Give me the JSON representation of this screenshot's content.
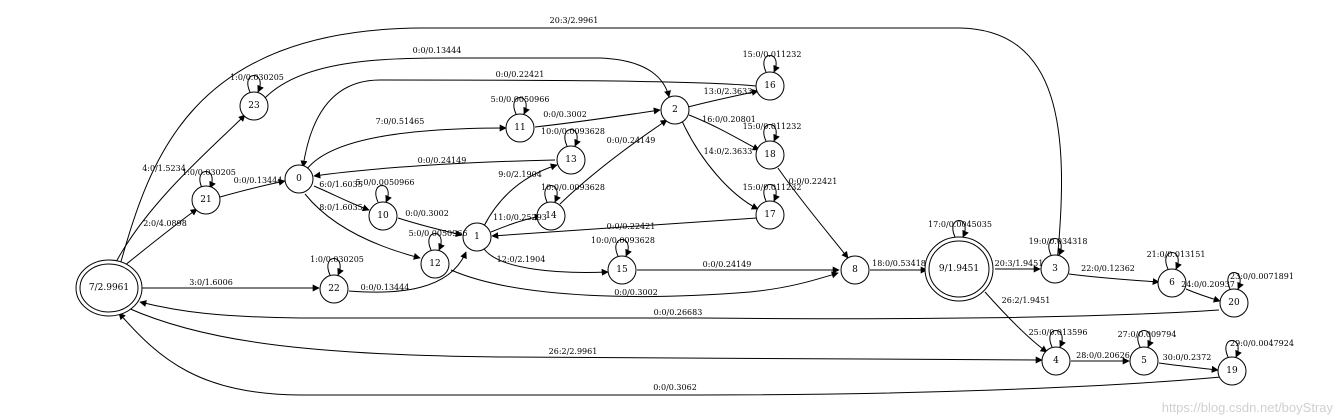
{
  "nodes": [
    {
      "id": "n7",
      "label": "7/2.9961",
      "final": true
    },
    {
      "id": "n21",
      "label": "21",
      "final": false
    },
    {
      "id": "n23",
      "label": "23",
      "final": false
    },
    {
      "id": "n0",
      "label": "0",
      "final": false
    },
    {
      "id": "n10",
      "label": "10",
      "final": false
    },
    {
      "id": "n11",
      "label": "11",
      "final": false
    },
    {
      "id": "n12",
      "label": "12",
      "final": false
    },
    {
      "id": "n22",
      "label": "22",
      "final": false
    },
    {
      "id": "n13",
      "label": "13",
      "final": false
    },
    {
      "id": "n14",
      "label": "14",
      "final": false
    },
    {
      "id": "n1",
      "label": "1",
      "final": false
    },
    {
      "id": "n15",
      "label": "15",
      "final": false
    },
    {
      "id": "n2",
      "label": "2",
      "final": false
    },
    {
      "id": "n16",
      "label": "16",
      "final": false
    },
    {
      "id": "n18",
      "label": "18",
      "final": false
    },
    {
      "id": "n17",
      "label": "17",
      "final": false
    },
    {
      "id": "n8",
      "label": "8",
      "final": false
    },
    {
      "id": "n9",
      "label": "9/1.9451",
      "final": true
    },
    {
      "id": "n3",
      "label": "3",
      "final": false
    },
    {
      "id": "n6",
      "label": "6",
      "final": false
    },
    {
      "id": "n20",
      "label": "20",
      "final": false
    },
    {
      "id": "n4",
      "label": "4",
      "final": false
    },
    {
      "id": "n5",
      "label": "5",
      "final": false
    },
    {
      "id": "n19",
      "label": "19",
      "final": false
    }
  ],
  "edges": [
    {
      "id": "e-7-3",
      "from": "7",
      "to": "3",
      "label": "20:3/2.9961"
    },
    {
      "id": "e-7-23",
      "from": "7",
      "to": "23",
      "label": "4:0/1.5234"
    },
    {
      "id": "e-7-21",
      "from": "7",
      "to": "21",
      "label": "2:0/4.0898"
    },
    {
      "id": "e-7-22",
      "from": "7",
      "to": "22",
      "label": "3:0/1.6006"
    },
    {
      "id": "e-7-4",
      "from": "7",
      "to": "4",
      "label": "26:2/2.9961"
    },
    {
      "id": "e-20-7",
      "from": "20",
      "to": "7",
      "label": "0:0/0.26683"
    },
    {
      "id": "e-19-7",
      "from": "19",
      "to": "7",
      "label": "0:0/0.3062"
    },
    {
      "id": "e-23-23",
      "from": "23",
      "to": "23",
      "label": "1:0/0.030205"
    },
    {
      "id": "e-23-2",
      "from": "23",
      "to": "2",
      "label": "0:0/0.13444"
    },
    {
      "id": "e-21-21",
      "from": "21",
      "to": "21",
      "label": "1:0/0.030205"
    },
    {
      "id": "e-21-0",
      "from": "21",
      "to": "0",
      "label": "0:0/0.13444"
    },
    {
      "id": "e-16-0",
      "from": "16",
      "to": "0",
      "label": "0:0/0.22421"
    },
    {
      "id": "e-0-11",
      "from": "0",
      "to": "11",
      "label": "7:0/0.51465"
    },
    {
      "id": "e-13-0",
      "from": "13",
      "to": "0",
      "label": "0:0/0.24149"
    },
    {
      "id": "e-0-10",
      "from": "0",
      "to": "10",
      "label": "6:0/1.6035"
    },
    {
      "id": "e-0-12",
      "from": "0",
      "to": "12",
      "label": "8:0/1.6035"
    },
    {
      "id": "e-10-10",
      "from": "10",
      "to": "10",
      "label": "5:0/0.0050966"
    },
    {
      "id": "e-10-1",
      "from": "10",
      "to": "1",
      "label": "0:0/0.3002"
    },
    {
      "id": "e-11-11",
      "from": "11",
      "to": "11",
      "label": "5:0/0.0050966"
    },
    {
      "id": "e-11-2",
      "from": "11",
      "to": "2",
      "label": "0:0/0.3002"
    },
    {
      "id": "e-12-12",
      "from": "12",
      "to": "12",
      "label": "5:0/0.0050966"
    },
    {
      "id": "e-12-8",
      "from": "12",
      "to": "8",
      "label": "0:0/0.3002"
    },
    {
      "id": "e-22-22",
      "from": "22",
      "to": "22",
      "label": "1:0/0.030205"
    },
    {
      "id": "e-22-1",
      "from": "22",
      "to": "1",
      "label": "0:0/0.13444"
    },
    {
      "id": "e-13-13",
      "from": "13",
      "to": "13",
      "label": "10:0/0.0093628"
    },
    {
      "id": "e-1-13",
      "from": "1",
      "to": "13",
      "label": "9:0/2.1904"
    },
    {
      "id": "e-14-14",
      "from": "14",
      "to": "14",
      "label": "10:0/0.0093628"
    },
    {
      "id": "e-1-14",
      "from": "1",
      "to": "14",
      "label": "11:0/0.25293"
    },
    {
      "id": "e-14-2",
      "from": "14",
      "to": "2",
      "label": "0:0/0.24149"
    },
    {
      "id": "e-1-15",
      "from": "1",
      "to": "15",
      "label": "12:0/2.1904"
    },
    {
      "id": "e-15-15",
      "from": "15",
      "to": "15",
      "label": "10:0/0.0093628"
    },
    {
      "id": "e-15-8",
      "from": "15",
      "to": "8",
      "label": "0:0/0.24149"
    },
    {
      "id": "e-2-16",
      "from": "2",
      "to": "16",
      "label": "13:0/2.3633"
    },
    {
      "id": "e-2-18",
      "from": "2",
      "to": "18",
      "label": "16:0/0.20801"
    },
    {
      "id": "e-2-17",
      "from": "2",
      "to": "17",
      "label": "14:0/2.3633"
    },
    {
      "id": "e-16-16",
      "from": "16",
      "to": "16",
      "label": "15:0/0.011232"
    },
    {
      "id": "e-18-18",
      "from": "18",
      "to": "18",
      "label": "15:0/0.011232"
    },
    {
      "id": "e-17-17",
      "from": "17",
      "to": "17",
      "label": "15:0/0.011232"
    },
    {
      "id": "e-18-8",
      "from": "18",
      "to": "8",
      "label": "0:0/0.22421"
    },
    {
      "id": "e-17-1",
      "from": "17",
      "to": "1",
      "label": "0:0/0.22421"
    },
    {
      "id": "e-8-9",
      "from": "8",
      "to": "9",
      "label": "18:0/0.53418"
    },
    {
      "id": "e-9-9",
      "from": "9",
      "to": "9",
      "label": "17:0/0.0045035"
    },
    {
      "id": "e-9-3",
      "from": "9",
      "to": "3",
      "label": "20:3/1.9451"
    },
    {
      "id": "e-9-4",
      "from": "9",
      "to": "4",
      "label": "26:2/1.9451"
    },
    {
      "id": "e-3-3",
      "from": "3",
      "to": "3",
      "label": "19:0/0.034318"
    },
    {
      "id": "e-3-6",
      "from": "3",
      "to": "6",
      "label": "22:0/0.12362"
    },
    {
      "id": "e-6-6",
      "from": "6",
      "to": "6",
      "label": "21:0/0.013151"
    },
    {
      "id": "e-6-20",
      "from": "6",
      "to": "20",
      "label": "24:0/0.20937"
    },
    {
      "id": "e-20-20",
      "from": "20",
      "to": "20",
      "label": "23:0/0.0071891"
    },
    {
      "id": "e-4-4",
      "from": "4",
      "to": "4",
      "label": "25:0/0.013596"
    },
    {
      "id": "e-4-5",
      "from": "4",
      "to": "5",
      "label": "28:0/0.20626"
    },
    {
      "id": "e-5-5",
      "from": "5",
      "to": "5",
      "label": "27:0/0.009794"
    },
    {
      "id": "e-5-19",
      "from": "5",
      "to": "19",
      "label": "30:0/0.2372"
    },
    {
      "id": "e-19-19",
      "from": "19",
      "to": "19",
      "label": "29:0/0.0047924"
    }
  ],
  "watermark": "https://blog.csdn.net/boyStray"
}
